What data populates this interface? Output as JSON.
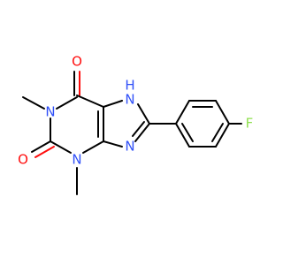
{
  "molecule": {
    "atoms": {
      "o_top": "O",
      "o_left": "O",
      "n1": "N",
      "n3": "N",
      "n7": "H",
      "n7_n": "N",
      "n9": "N",
      "f": "F"
    },
    "colors": {
      "bond": "#000000",
      "nitrogen": "#3050f8",
      "oxygen": "#ff0d0d",
      "fluorine": "#90e050"
    }
  }
}
